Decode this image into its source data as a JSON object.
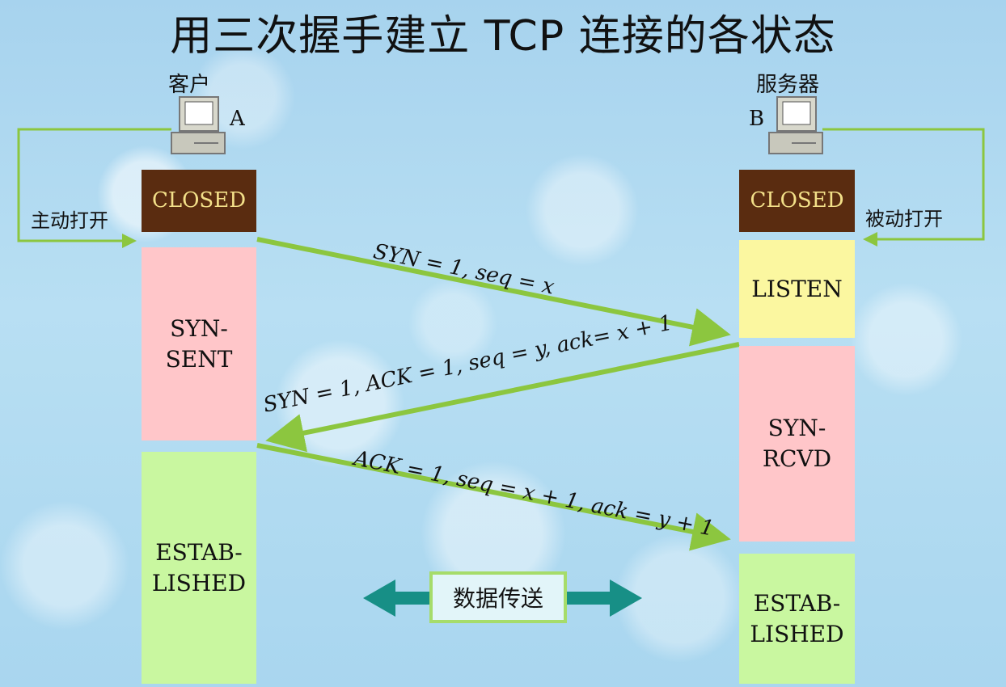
{
  "title": "用三次握手建立 TCP 连接的各状态",
  "client": {
    "label": "客户",
    "letter": "A",
    "open_label": "主动打开"
  },
  "server": {
    "label": "服务器",
    "letter": "B",
    "open_label": "被动打开"
  },
  "client_states": {
    "closed": "CLOSED",
    "syn_sent": "SYN-\nSENT",
    "established": "ESTAB-\nLISHED"
  },
  "server_states": {
    "closed": "CLOSED",
    "listen": "LISTEN",
    "syn_rcvd": "SYN-\nRCVD",
    "established": "ESTAB-\nLISHED"
  },
  "messages": {
    "m1": "SYN = 1, seq = x",
    "m2": "SYN = 1, ACK = 1, seq = y, ack= x + 1",
    "m3": "ACK = 1, seq = x + 1, ack = y + 1"
  },
  "data_transfer": "数据传送",
  "colors": {
    "closed_bg": "#5a2c10",
    "closed_text": "#f3e089",
    "syn_state": "#ffc6c9",
    "established": "#c9f7a0",
    "listen": "#fbf7a0",
    "arrow": "#8cc63f",
    "data_arrow": "#178f86"
  }
}
